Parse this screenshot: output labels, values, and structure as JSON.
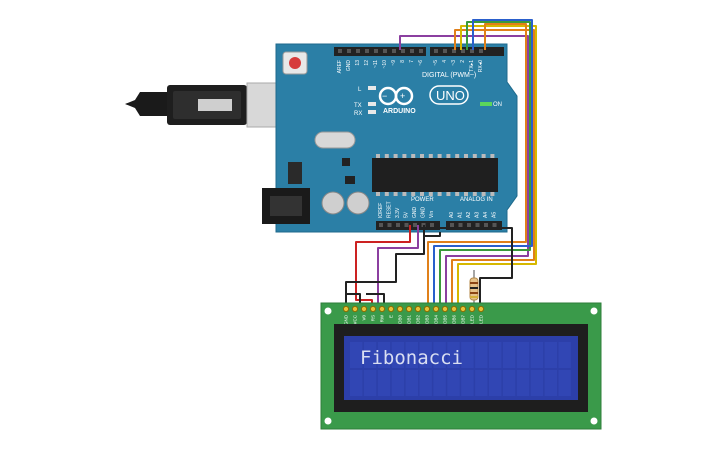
{
  "board": {
    "brand": "ARDUINO",
    "model": "UNO",
    "digital_header_label": "DIGITAL (PWM~)",
    "analog_header_label": "ANALOG IN",
    "power_header_label": "POWER",
    "led_l": "L",
    "led_tx": "TX",
    "led_rx": "RX",
    "on_label": "ON",
    "digital_pins": [
      "AREF",
      "GND",
      "13",
      "12",
      "~11",
      "~10",
      "~9",
      "8",
      "7",
      "~6",
      "~5",
      "4",
      "~3",
      "2",
      "TX▸1",
      "RX◂0"
    ],
    "power_pins": [
      "IOREF",
      "RESET",
      "3.3V",
      "5V",
      "GND",
      "GND",
      "Vin"
    ],
    "analog_pins": [
      "A0",
      "A1",
      "A2",
      "A3",
      "A4",
      "A5"
    ]
  },
  "lcd": {
    "pins": [
      "GND",
      "VCC",
      "V0",
      "RS",
      "RW",
      "E",
      "DB0",
      "DB1",
      "DB2",
      "DB3",
      "DB4",
      "DB5",
      "DB6",
      "DB7",
      "LED",
      "LED"
    ],
    "line1": "Fibonacci",
    "line2": ""
  },
  "colors": {
    "board": "#2b7fa6",
    "lcd_pcb": "#3a9a4a",
    "lcd_screen": "#2c3fa9",
    "wire_black": "#222222",
    "wire_red": "#cc2222",
    "wire_purple": "#8b3fa0",
    "wire_orange": "#e0801a",
    "wire_green": "#3a9a3a",
    "wire_yellow": "#d6b800",
    "wire_blue": "#2a5fcc"
  }
}
